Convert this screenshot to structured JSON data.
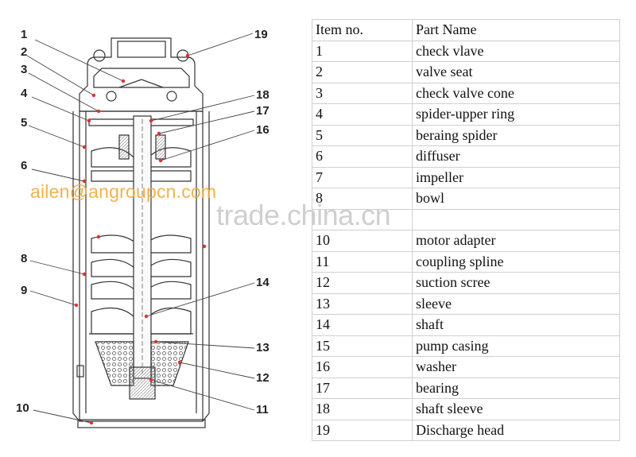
{
  "callouts": {
    "left": [
      "1",
      "2",
      "3",
      "4",
      "5",
      "6",
      "8",
      "9",
      "10"
    ],
    "right": [
      "19",
      "18",
      "17",
      "16",
      "14",
      "13",
      "12",
      "11"
    ]
  },
  "table": {
    "headers": {
      "item": "Item no.",
      "name": "Part Name"
    },
    "rows": [
      {
        "item": "1",
        "name": "check vlave"
      },
      {
        "item": "2",
        "name": "valve seat"
      },
      {
        "item": "3",
        "name": "check valve cone"
      },
      {
        "item": "4",
        "name": "spider-upper ring"
      },
      {
        "item": "5",
        "name": "beraing spider"
      },
      {
        "item": "6",
        "name": "diffuser"
      },
      {
        "item": "7",
        "name": "impeller"
      },
      {
        "item": "8",
        "name": "bowl"
      },
      {
        "item": "",
        "name": ""
      },
      {
        "item": "10",
        "name": "motor adapter"
      },
      {
        "item": "11",
        "name": "coupling spline"
      },
      {
        "item": "12",
        "name": "suction scree"
      },
      {
        "item": "13",
        "name": "sleeve"
      },
      {
        "item": "14",
        "name": "shaft"
      },
      {
        "item": "15",
        "name": "pump casing"
      },
      {
        "item": "16",
        "name": "washer"
      },
      {
        "item": "17",
        "name": "bearing"
      },
      {
        "item": "18",
        "name": "shaft sleeve"
      },
      {
        "item": "19",
        "name": "Discharge head"
      }
    ]
  },
  "watermarks": {
    "email": "ailen@angroupcn.com",
    "site": "trade.china.cn"
  },
  "colors": {
    "leader_dot": "#e03030",
    "watermark_email": "#f2a93b",
    "watermark_site": "#cfcfcf"
  }
}
